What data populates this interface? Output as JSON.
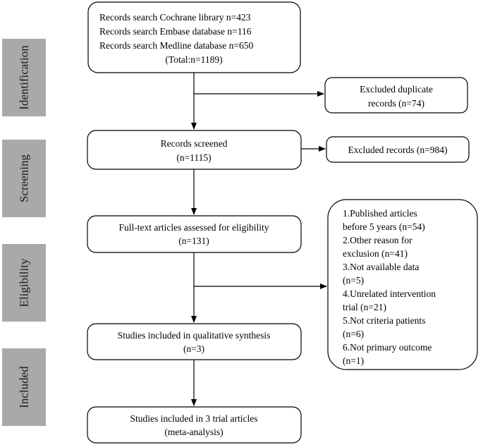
{
  "stages": [
    {
      "id": "identification",
      "label": "Identification"
    },
    {
      "id": "screening",
      "label": "Screening"
    },
    {
      "id": "eligibility",
      "label": "Eligibility"
    },
    {
      "id": "included",
      "label": "Included"
    }
  ],
  "boxes": {
    "records_search": {
      "lines": [
        "Records search Cochrane library n=423",
        "Records search Embase database n=116",
        "Records search Medline database n=650",
        "(Total:n=1189)"
      ]
    },
    "excluded_duplicates": {
      "lines": [
        "Excluded duplicate",
        "records (n=74)"
      ]
    },
    "records_screened": {
      "lines": [
        "Records screened",
        "(n=1115)"
      ]
    },
    "excluded_records": {
      "lines": [
        "Excluded records (n=984)"
      ]
    },
    "fulltext_assessed": {
      "lines": [
        "Full-text articles assessed for eligibility",
        "(n=131)"
      ]
    },
    "exclusion_reasons": {
      "lines": [
        "1.Published articles",
        "before 5 years (n=54)",
        "2.Other reason for",
        "exclusion (n=41)",
        "3.Not available data",
        "(n=5)",
        "4.Unrelated intervention",
        "trial (n=21)",
        "5.Not criteria patients",
        "(n=6)",
        "6.Not primary outcome",
        "(n=1)"
      ]
    },
    "qualitative_synthesis": {
      "lines": [
        "Studies included in qualitative synthesis",
        "(n=3)"
      ]
    },
    "meta_analysis": {
      "lines": [
        "Studies included in 3 trial articles",
        "(meta-analysis)"
      ]
    }
  }
}
